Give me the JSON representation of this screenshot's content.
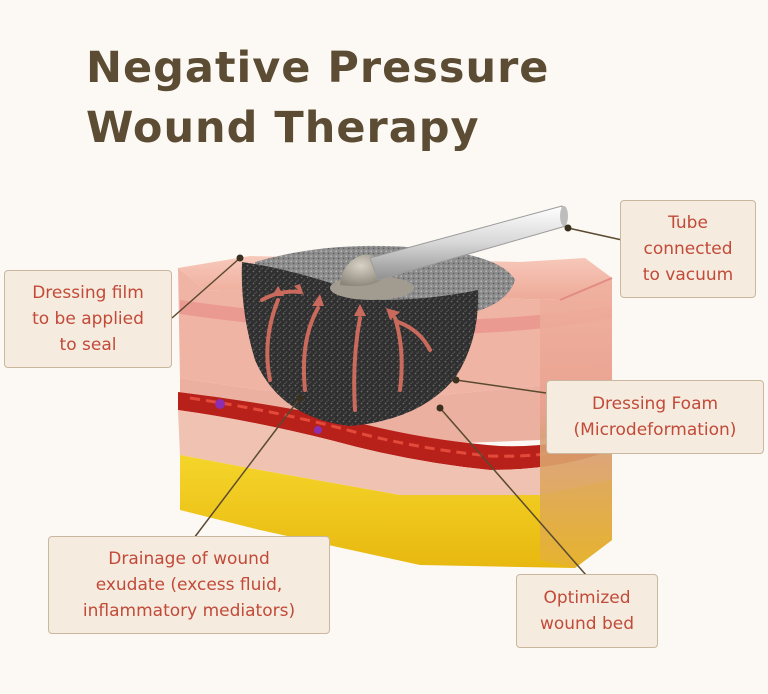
{
  "title": {
    "line1": "Negative Pressure",
    "line2": "Wound Therapy"
  },
  "labels": {
    "tube": [
      "Tube",
      "connected",
      "to vacuum"
    ],
    "dressing_film": [
      "Dressing film",
      "to be applied",
      "to seal"
    ],
    "dressing_foam": [
      "Dressing Foam",
      "(Microdeformation)"
    ],
    "drainage": [
      "Drainage of wound",
      "exudate (excess fluid,",
      "inflammatory mediators)"
    ],
    "wound_bed": [
      "Optimized",
      "wound bed"
    ]
  },
  "colors": {
    "title": "#5b4c33",
    "label_text": "#c24a38",
    "label_bg": "#f5ebdf",
    "skin": "#f2b3a4",
    "fat": "#f2cc1a",
    "blood": "#b8201a",
    "foam": "#2e2e2e"
  }
}
